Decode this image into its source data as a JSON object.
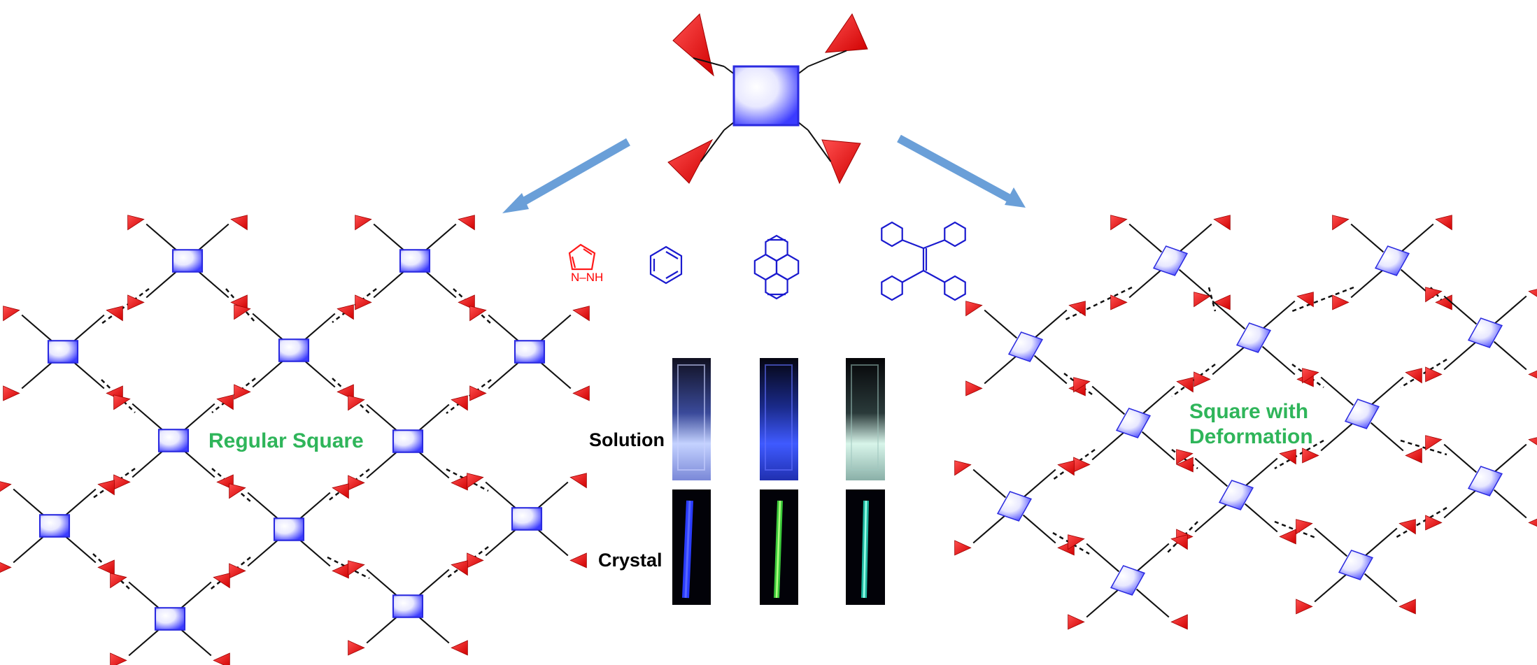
{
  "labels": {
    "left_network": "Regular Square",
    "right_network_line1": "Square with",
    "right_network_line2": "Deformation",
    "row_solution": "Solution",
    "row_crystal": "Crystal",
    "pyrazole_nh": "N–NH"
  },
  "colors": {
    "node_blue": "#3c3cff",
    "node_light": "#f4f4ff",
    "arm_red": "#ff1010",
    "arrow": "#6a9fd8",
    "structure_blue": "#1a1acf",
    "pyrazole_red": "#ff1a1a",
    "label_green": "#2fb55a",
    "hbond": "#000000"
  },
  "molecules": [
    "pyrazole",
    "benzene",
    "pyrene",
    "tetraphenylethylene"
  ],
  "samples": [
    {
      "name": "sample-1",
      "solution_glow": "#b4c8ff",
      "crystal_glow": "#2a3cff"
    },
    {
      "name": "sample-2",
      "solution_glow": "#3f5aff",
      "crystal_glow": "#5cff4a"
    },
    {
      "name": "sample-3",
      "solution_glow": "#d8ffef",
      "crystal_glow": "#4af0d0"
    }
  ]
}
